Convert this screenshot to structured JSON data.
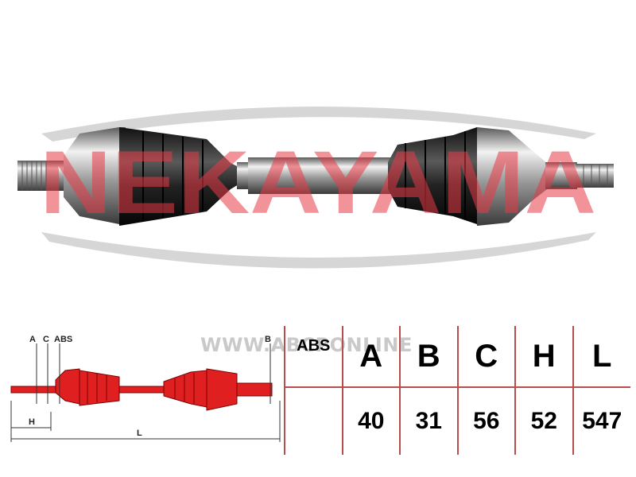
{
  "watermark": {
    "brand": "NEKAYAMA",
    "url": "WWW.ABCPONLINE"
  },
  "diagram_labels": {
    "a": "A",
    "c": "C",
    "abs": "ABS",
    "b": "B",
    "h": "H",
    "l": "L"
  },
  "spec_table": {
    "headers": [
      "ABS",
      "A",
      "B",
      "C",
      "H",
      "L"
    ],
    "values": [
      "",
      "40",
      "31",
      "56",
      "52",
      "547"
    ]
  },
  "colors": {
    "table_border": "#b84d4d",
    "watermark_red": "#e83a45",
    "watermark_gray": "#c9c9c9",
    "diagram_red": "#e02020"
  }
}
